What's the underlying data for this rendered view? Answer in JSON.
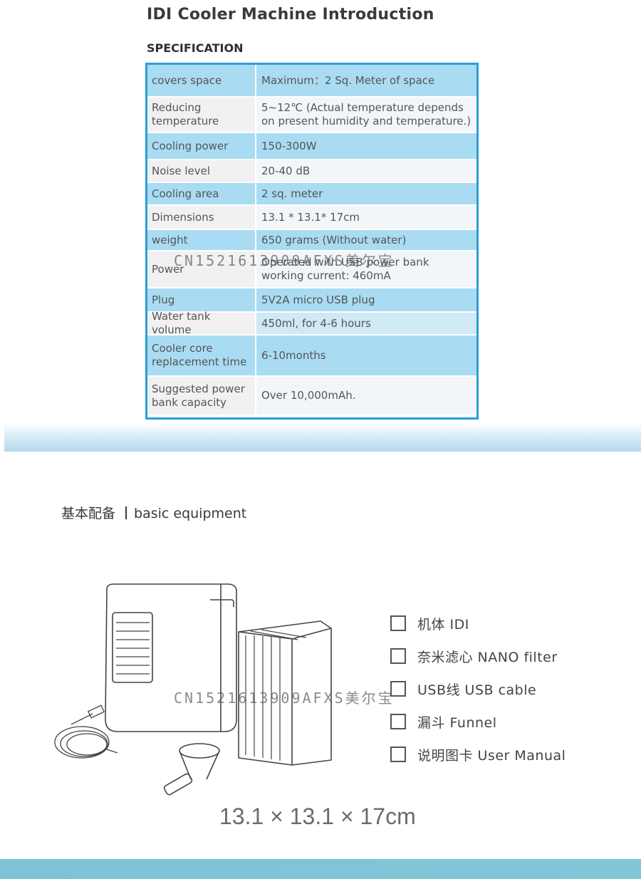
{
  "intro": {
    "title": "IDI Cooler Machine Introduction",
    "subtitle": "SPECIFICATION"
  },
  "spec_rows": [
    {
      "key": "covers space",
      "value": "Maximum：2 Sq. Meter of space",
      "style": "blue",
      "height": 46
    },
    {
      "key": "Reducing\ntemperature",
      "value": "5~12℃ (Actual temperature depends\non present humidity and temperature.)",
      "style": "white",
      "height": 50
    },
    {
      "key": "Cooling power",
      "value": "150-300W",
      "style": "blue",
      "height": 38
    },
    {
      "key": "Noise level",
      "value": "20-40 dB",
      "style": "white",
      "height": 32
    },
    {
      "key": "Cooling area",
      "value": "2 sq. meter",
      "style": "blue",
      "height": 32
    },
    {
      "key": "Dimensions",
      "value": "13.1 * 13.1* 17cm",
      "style": "white",
      "height": 34
    },
    {
      "key": "weight",
      "value": "650 grams (Without water)",
      "style": "blue",
      "height": 30
    },
    {
      "key": "Power",
      "value": "Operated with USB power bank\nworking current: 460mA",
      "style": "white",
      "height": 52
    },
    {
      "key": "Plug",
      "value": "5V2A micro USB plug",
      "style": "blue",
      "height": 34
    },
    {
      "key": "Water tank volume",
      "value": "450ml, for 4-6 hours",
      "style": "light",
      "height": 32
    },
    {
      "key": "Cooler core\nreplacement time",
      "value": "6-10months",
      "style": "blue",
      "height": 58
    },
    {
      "key": "Suggested power\nbank capacity",
      "value": "Over 10,000mAh.",
      "style": "white",
      "height": 53
    }
  ],
  "watermarks": [
    "CN1521613909AFXS美尔宝",
    "CN1521613909AFXS美尔宝"
  ],
  "equipment": {
    "heading_cn": "基本配备",
    "heading_en": "basic equipment",
    "items": [
      "机体 IDI",
      "奈米滤心 NANO filter",
      "USB线 USB cable",
      "漏斗 Funnel",
      "说明图卡 User Manual"
    ]
  },
  "dimension_text": "13.1 × 13.1 × 17cm"
}
